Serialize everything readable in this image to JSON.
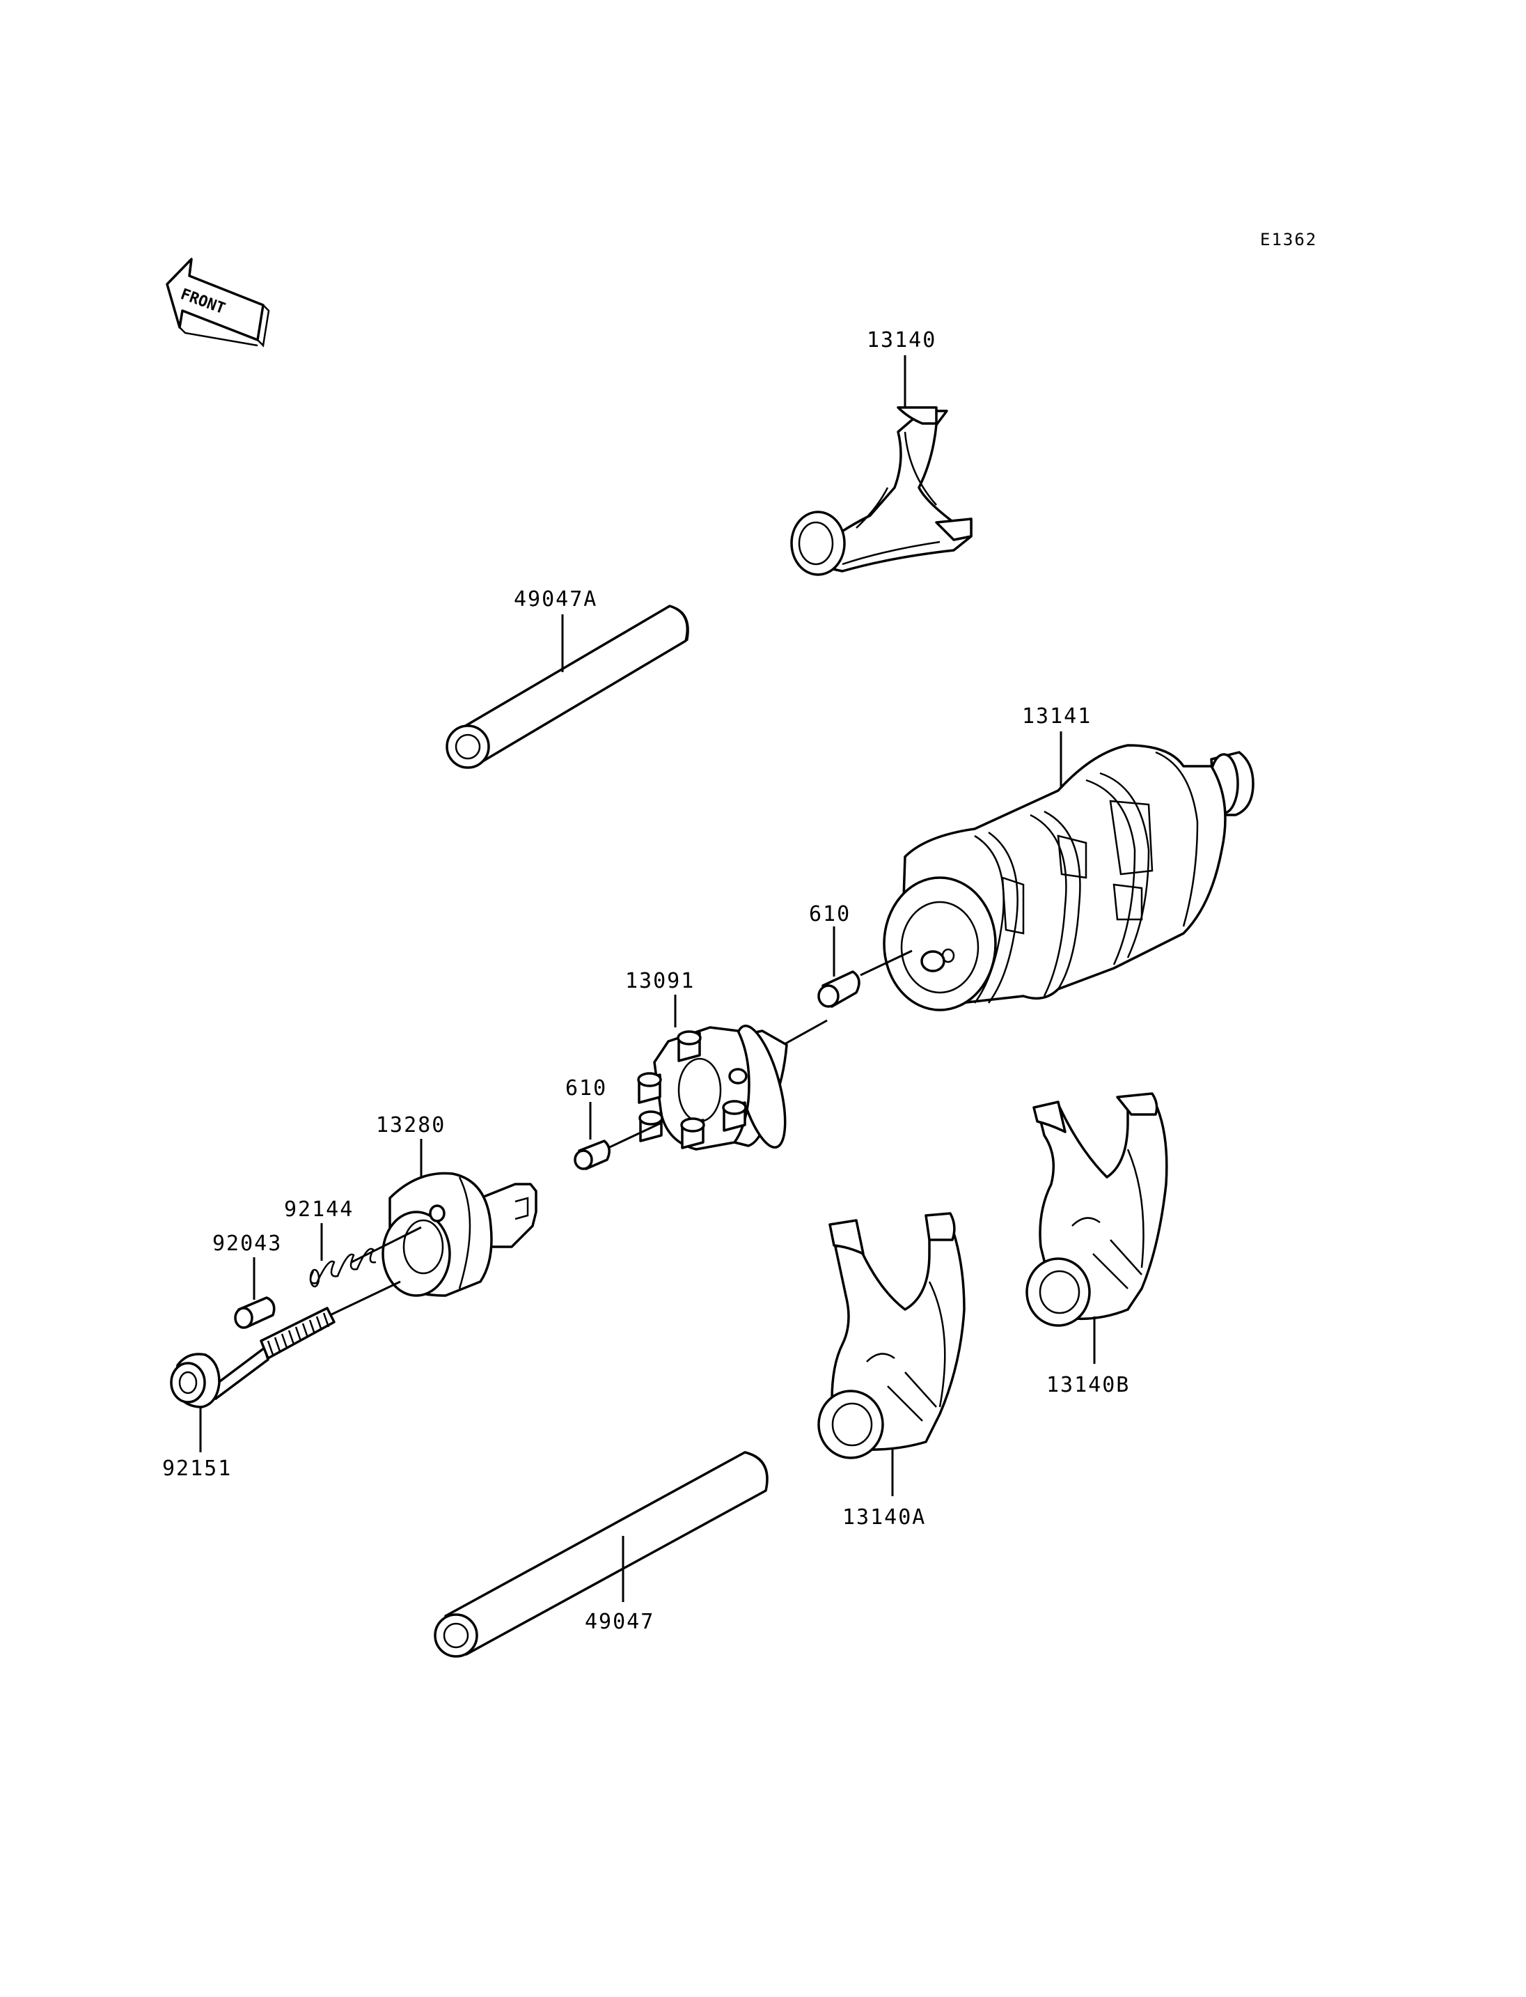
{
  "diagram_code": "E1362",
  "front_label": "FRONT",
  "parts": {
    "p13140": "13140",
    "p49047A": "49047A",
    "p13141": "13141",
    "p13091": "13091",
    "p610_upper": "610",
    "p610_lower": "610",
    "p13280": "13280",
    "p92144": "92144",
    "p92043": "92043",
    "p92151": "92151",
    "p13140A": "13140A",
    "p13140B": "13140B",
    "p49047": "49047"
  }
}
